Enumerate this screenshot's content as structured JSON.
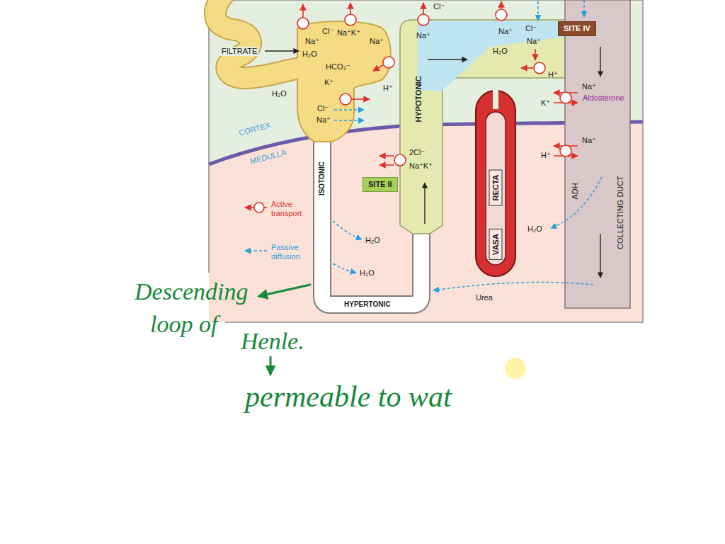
{
  "diagram": {
    "nodes": [
      {
        "text": [
          "SITE IV"
        ]
      },
      {
        "text": [
          "COLLECTING DUCT"
        ]
      },
      {
        "text": [
          "SITE II"
        ]
      },
      {
        "text": [
          "RECTA",
          "VASA"
        ]
      }
    ],
    "labels": [
      "Cl⁻",
      "Cl⁻",
      "Cl⁻",
      "Na⁺K⁺",
      "Na⁺",
      "Na⁺",
      "Na⁺",
      "Na⁺",
      "Na⁺",
      "H₂O",
      "FILTRATE",
      "H₂O",
      "HCO₃⁻",
      "H⁺",
      "H⁺",
      "K⁺",
      "H₂O",
      "HYPOTONIC",
      "Na⁺",
      "Aldosterone",
      "K⁺",
      "Cl⁻",
      "Na⁺",
      "CORTEX",
      "Na⁺",
      "2Cl⁻",
      "H⁺",
      "Na⁺K⁺",
      "ISOTONIC",
      "ADH",
      "MEDULLA",
      "H₂O",
      "H₂O",
      "H₂O",
      "Descending",
      "HYPERTONIC",
      "Urea",
      "loop of",
      "Henle.",
      "permeable to wat"
    ],
    "legend": [
      {
        "text": "Active transport"
      },
      {
        "text": "Passive diffusion"
      }
    ]
  }
}
